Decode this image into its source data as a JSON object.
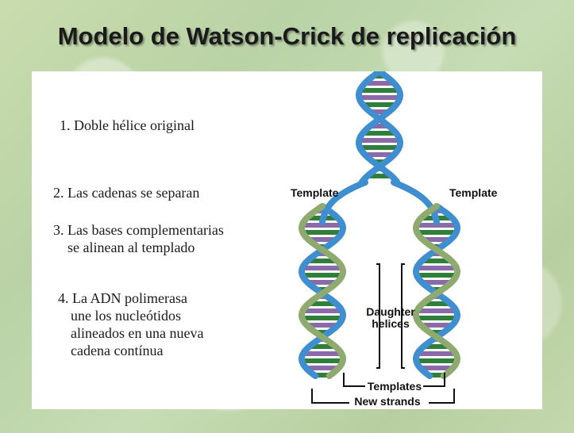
{
  "title": "Modelo de Watson-Crick de replicación",
  "steps": [
    {
      "lines": [
        "1. Doble hélice original"
      ]
    },
    {
      "lines": [
        "2. Las cadenas se separan"
      ]
    },
    {
      "lines": [
        "3. Las bases complementarias",
        "se alinean al templado"
      ]
    },
    {
      "lines": [
        "4. La ADN polimerasa",
        "une los nucleótidos",
        "alineados en una nueva",
        "cadena contínua"
      ]
    }
  ],
  "figure": {
    "template_left": "Template",
    "template_right": "Template",
    "daughter_line1": "Daughter",
    "daughter_line2": "helices",
    "templates": "Templates",
    "new_strands": "New strands"
  },
  "colors": {
    "template_strand": "#3f8fd0",
    "new_strand": "#8faa6e",
    "base_green": "#2f7f3a",
    "base_purple": "#8a6aa8"
  }
}
